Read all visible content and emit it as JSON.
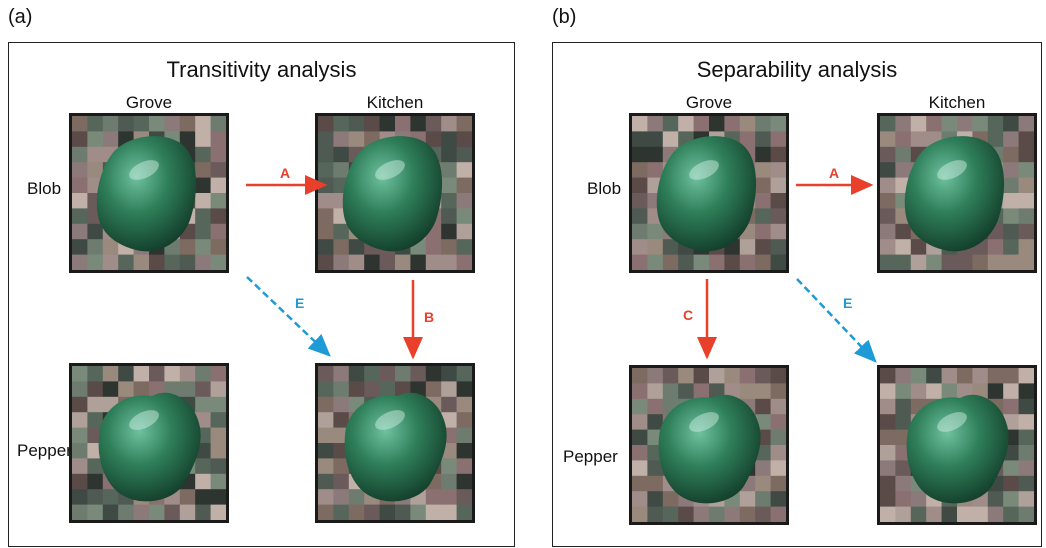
{
  "panels": [
    {
      "letter": "(a)",
      "title": "Transitivity analysis",
      "col_labels": [
        "Grove",
        "Kitchen"
      ],
      "row_labels": [
        "Blob",
        "Pepper"
      ],
      "arrows": {
        "a": "A",
        "b": "B",
        "e": "E"
      }
    },
    {
      "letter": "(b)",
      "title": "Separability analysis",
      "col_labels": [
        "Grove",
        "Kitchen"
      ],
      "row_labels": [
        "Blob",
        "Pepper"
      ],
      "arrows": {
        "a": "A",
        "c": "C",
        "e": "E"
      }
    }
  ],
  "colors": {
    "red_arrow": "#e8402a",
    "blue_arrow": "#1e9ad6",
    "object_green": "#2f7f5a"
  }
}
